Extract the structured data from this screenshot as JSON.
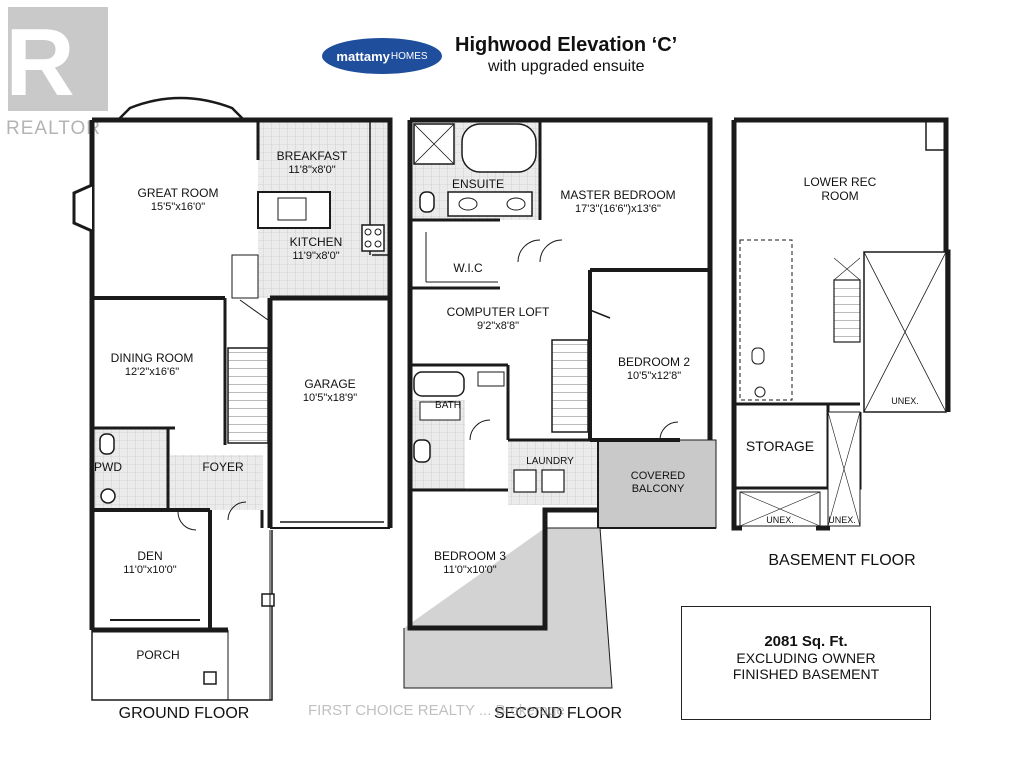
{
  "header": {
    "logo_brand": "mattamy",
    "logo_suffix": "HOMES",
    "title": "Highwood Elevation ‘C’",
    "subtitle": "with upgraded ensuite"
  },
  "watermark": {
    "realtor": "REALTOR",
    "brokerage": "FIRST CHOICE REALTY ... Brokerage"
  },
  "ground_floor": {
    "name": "GROUND FLOOR",
    "rooms": [
      {
        "name": "GREAT ROOM",
        "dims": "15'5\"x16'0\""
      },
      {
        "name": "BREAKFAST",
        "dims": "11'8\"x8'0\""
      },
      {
        "name": "KITCHEN",
        "dims": "11'9\"x8'0\""
      },
      {
        "name": "DINING ROOM",
        "dims": "12'2\"x16'6\""
      },
      {
        "name": "GARAGE",
        "dims": "10'5\"x18'9\""
      },
      {
        "name": "PWD",
        "dims": ""
      },
      {
        "name": "FOYER",
        "dims": ""
      },
      {
        "name": "DEN",
        "dims": "11'0\"x10'0\""
      },
      {
        "name": "PORCH",
        "dims": ""
      }
    ]
  },
  "second_floor": {
    "name": "SECOND FLOOR",
    "rooms": [
      {
        "name": "ENSUITE",
        "dims": ""
      },
      {
        "name": "MASTER BEDROOM",
        "dims": "17'3\"(16'6\")x13'6\""
      },
      {
        "name": "W.I.C",
        "dims": ""
      },
      {
        "name": "COMPUTER LOFT",
        "dims": "9'2\"x8'8\""
      },
      {
        "name": "BEDROOM 2",
        "dims": "10'5\"x12'8\""
      },
      {
        "name": "BATH",
        "dims": ""
      },
      {
        "name": "LAUNDRY",
        "dims": ""
      },
      {
        "name": "COVERED BALCONY",
        "dims": ""
      },
      {
        "name": "BEDROOM 3",
        "dims": "11'0\"x10'0\""
      }
    ]
  },
  "basement_floor": {
    "name": "BASEMENT FLOOR",
    "rooms": [
      {
        "name": "LOWER REC ROOM",
        "dims": ""
      },
      {
        "name": "STORAGE",
        "dims": ""
      },
      {
        "name": "UNEX.",
        "dims": ""
      },
      {
        "name": "UNEX.",
        "dims": ""
      },
      {
        "name": "UNEX.",
        "dims": ""
      }
    ]
  },
  "area_box": {
    "line1": "2081 Sq. Ft.",
    "line2": "EXCLUDING OWNER",
    "line3": "FINISHED BASEMENT"
  },
  "colors": {
    "wall": "#1a1a1a",
    "tile": "#d9d9d9",
    "logo": "#1f4e9c",
    "balcony": "#c9c9c9"
  }
}
